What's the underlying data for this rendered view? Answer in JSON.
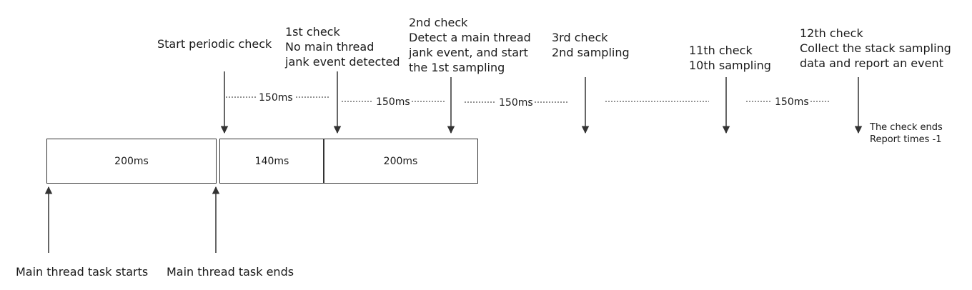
{
  "checks": {
    "start": {
      "lines": [
        "Start periodic check"
      ]
    },
    "c1": {
      "lines": [
        "1st check",
        "No main thread",
        "jank event detected"
      ]
    },
    "c2": {
      "lines": [
        "2nd check",
        "Detect a main thread",
        "jank event, and start",
        "the 1st sampling"
      ]
    },
    "c3": {
      "lines": [
        "3rd check",
        "2nd sampling"
      ]
    },
    "c11": {
      "lines": [
        "11th check",
        "10th sampling"
      ]
    },
    "c12": {
      "lines": [
        "12th check",
        "Collect the stack sampling",
        "data and report an event"
      ]
    }
  },
  "intervals": {
    "i1": "150ms",
    "i2": "150ms",
    "i3": "150ms",
    "i4": "150ms"
  },
  "tasks": {
    "t1": "200ms",
    "t2": "140ms",
    "t3": "200ms"
  },
  "end_note": {
    "line1": "The check ends",
    "line2": "Report times -1"
  },
  "bottom": {
    "starts": "Main thread task starts",
    "ends": "Main thread task ends"
  }
}
